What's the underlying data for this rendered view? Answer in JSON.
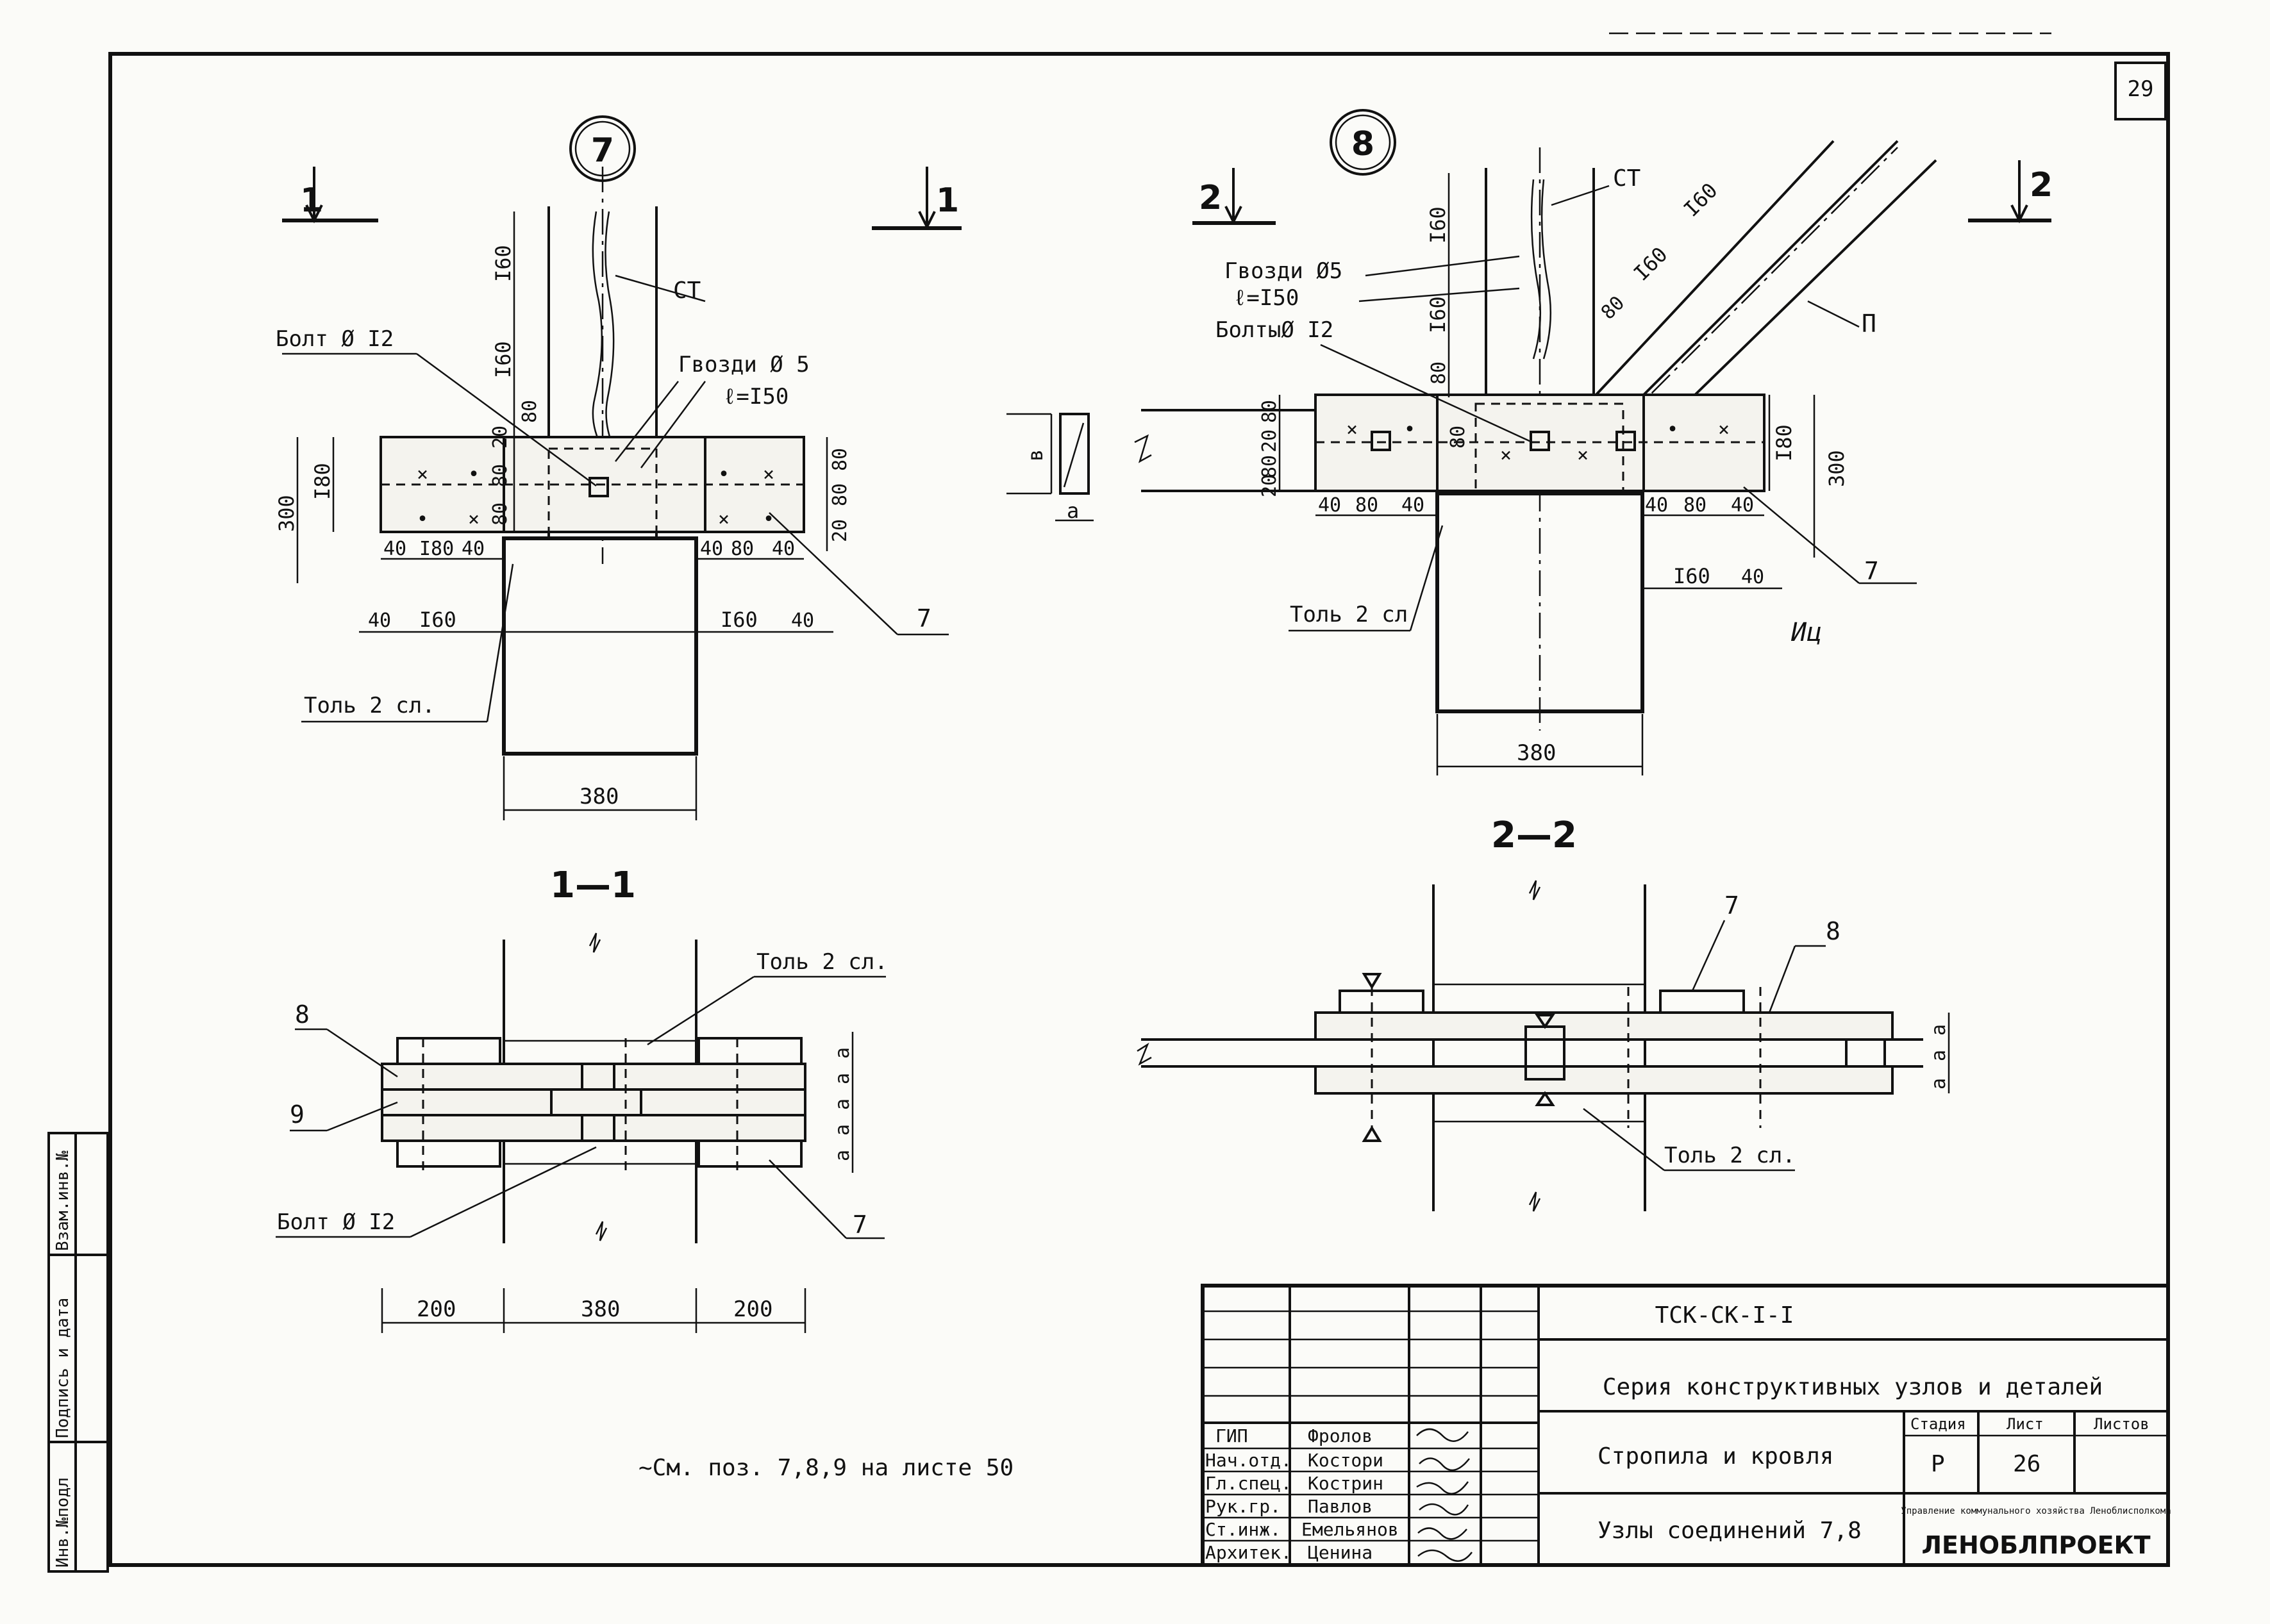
{
  "sheet_number": "29",
  "node7": {
    "marker": "7",
    "cut_mark": "1",
    "labels": {
      "st": "СТ",
      "bolt": "Болт  Ø I2",
      "nails": "Гвозди Ø 5",
      "nail_len": "ℓ=I50",
      "tol": "Толь 2 сл.",
      "pos7": "7"
    },
    "dims": {
      "d160a": "I60",
      "d160b": "I60",
      "d80": "80",
      "d20": "20",
      "d80b": "80",
      "d80c": "80",
      "d180": "I80",
      "d300": "300",
      "r80a": "80",
      "r80b": "80",
      "r20": "20",
      "b40a": "40",
      "b180": "I80",
      "b40b": "40",
      "b40c": "40",
      "b80": "80",
      "b40d": "40",
      "c40a": "40",
      "c160a": "I60",
      "c160b": "I60",
      "c40b": "40",
      "wall": "380"
    }
  },
  "node8": {
    "marker": "8",
    "cut_mark": "2",
    "labels": {
      "st": "СТ",
      "nails": "Гвозди Ø5",
      "nail_len": "ℓ=I50",
      "bolts": "БолтыØ I2",
      "p": "П",
      "tol": "Толь 2 сл",
      "pos7": "7",
      "handwritten": "Иц"
    },
    "dims": {
      "v160a": "I60",
      "v160b": "I60",
      "v80": "80",
      "v80b": "80",
      "s160a": "I60",
      "s160b": "I60",
      "s80": "80",
      "l80a": "80",
      "l20a": "20",
      "l80b": "80",
      "l20b": "20",
      "b40a": "40",
      "b80a": "80",
      "b40b": "40",
      "b40c": "40",
      "b80b": "80",
      "b40d": "40",
      "r180": "I80",
      "r300": "300",
      "c160": "I60",
      "c40": "40",
      "wall": "380"
    }
  },
  "small_section": {
    "b": "в",
    "a": "а"
  },
  "section11": {
    "title": "1—1",
    "tol": "Толь 2 сл.",
    "pos8": "8",
    "pos9": "9",
    "pos7": "7",
    "bolt": "Болт  Ø I2",
    "dims": [
      "200",
      "380",
      "200"
    ],
    "side_dims": [
      "а",
      "а",
      "а",
      "а",
      "а"
    ]
  },
  "section22": {
    "title": "2—2",
    "pos7": "7",
    "pos8": "8",
    "tol": "Толь 2 сл.",
    "side_dims": [
      "а",
      "а",
      "а"
    ]
  },
  "note": "~См. поз. 7,8,9  на  листе  50",
  "left_strip": [
    "Инв.№подл",
    "Подпись и дата",
    "Взам.инв.№"
  ],
  "title_block": {
    "code": "ТСК-СК-I-I",
    "series": "Серия конструктивных узлов и деталей",
    "section": "Стропила и кровля",
    "drawing": "Узлы соединений 7,8",
    "stage_label": "Стадия",
    "sheet_label": "Лист",
    "sheets_label": "Листов",
    "stage": "Р",
    "sheet": "26",
    "org_small": "Управление коммунального хозяйства Леноблисполкома",
    "org": "ЛЕНОБЛПРОЕКТ",
    "staff": [
      {
        "role": "ГИП",
        "name": "Фролов"
      },
      {
        "role": "Нач.отд.",
        "name": "Костори"
      },
      {
        "role": "Гл.спец.",
        "name": "Кострин"
      },
      {
        "role": "Рук.гр.",
        "name": "Павлов"
      },
      {
        "role": "Ст.инж.",
        "name": "Емельянов"
      },
      {
        "role": "Архитек.",
        "name": "Ценина"
      }
    ]
  }
}
